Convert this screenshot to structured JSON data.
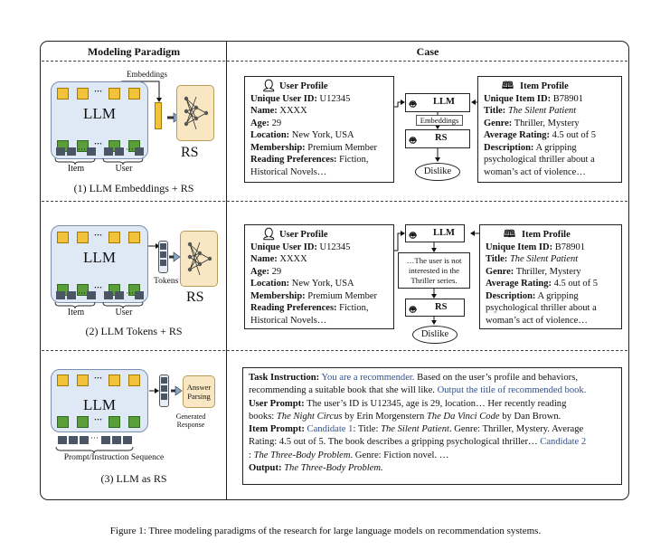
{
  "headers": {
    "left": "Modeling Paradigm",
    "right": "Case"
  },
  "row1": {
    "embeddings_label": "Embeddings",
    "llm": "LLM",
    "item": "Item",
    "user": "User",
    "rs": "RS",
    "caption": "(1) LLM Embeddings + RS",
    "mini_llm": "LLM",
    "mini_embeddings": "Embeddings",
    "mini_rs": "RS",
    "dislike": "Dislike"
  },
  "row2": {
    "llm": "LLM",
    "tokens": "Tokens",
    "item": "Item",
    "user": "User",
    "rs": "RS",
    "caption": "(2) LLM Tokens + RS",
    "mini_llm": "LLM",
    "note": "…The user is not interested in the Thriller series.",
    "mini_rs": "RS",
    "dislike": "Dislike"
  },
  "row3": {
    "llm": "LLM",
    "prompt_seq": "Prompt/Instruction Sequence",
    "generated": "Generated",
    "response": "Response",
    "answer": "Answer",
    "parsing": "Parsing",
    "caption": "(3) LLM as RS"
  },
  "user_profile": {
    "title": "User Profile",
    "id_label": "Unique User ID:",
    "id": " U12345",
    "name_label": "Name:",
    "name": " XXXX",
    "age_label": "Age:",
    "age": " 29",
    "loc_label": "Location:",
    "loc": " New York, USA",
    "mem_label": "Membership:",
    "mem": " Premium Member",
    "pref_label": "Reading Preferences:",
    "pref1": " Fiction,",
    "pref2": "Historical Novels…"
  },
  "item_profile": {
    "title": "Item Profile",
    "id_label": "Unique Item ID:",
    "id": " B78901",
    "title_label": "Title:",
    "book": " The Silent Patient",
    "genre_label": "Genre:",
    "genre": " Thriller, Mystery",
    "rating_label": "Average Rating:",
    "rating": " 4.5 out of 5",
    "desc_label": "Description:",
    "desc1": " A gripping",
    "desc2": "psychological thriller about a",
    "desc3": "woman’s act of violence…"
  },
  "prompt": {
    "task_label": "Task Instruction:",
    "task_blue1": " You are a recommender.",
    "task_1": " Based on the user’s profile and behaviors,",
    "task_2": "recommending a suitable book that she will like.",
    "task_blue2": " Output the title of recommended book.",
    "user_label": "User Prompt:",
    "user_1": " The user’s ID is U12345, age is 29, location… Her recently reading",
    "user_2": "books: ",
    "book_a": "The Night Circus",
    "by_a": " by Erin Morgenstern ",
    "book_b": "The Da Vinci Code",
    "by_b": " by Dan Brown.",
    "item_label": "Item Prompt:",
    "cand1": " Candidate 1",
    "item_1": ": Title: ",
    "item_book1": "The Silent Patient",
    "item_1b": ". Genre: Thriller, Mystery. Average",
    "item_2": "Rating: 4.5 out of 5. The book describes a gripping psychological thriller…",
    "cand2": " Candidate 2",
    "item_3a": ": ",
    "item_book2": "The Three-Body Problem",
    "item_3b": ". Genre: Fiction novel. …",
    "out_label": "Output:",
    "out": " The Three-Body Problem."
  },
  "figure_caption": "Figure 1: Three modeling paradigms of the research for large language models on recommendation systems.",
  "colors": {
    "llm_fill": "#dfe8f5",
    "yellow": "#f2c23a",
    "green": "#5a9e3a",
    "rs_fill": "#f8e7c2",
    "blue_text": "#2f4f8f"
  },
  "icons": [
    "user-icon",
    "book-icon",
    "robot-icon",
    "neural-net-icon",
    "arrow-icon"
  ]
}
